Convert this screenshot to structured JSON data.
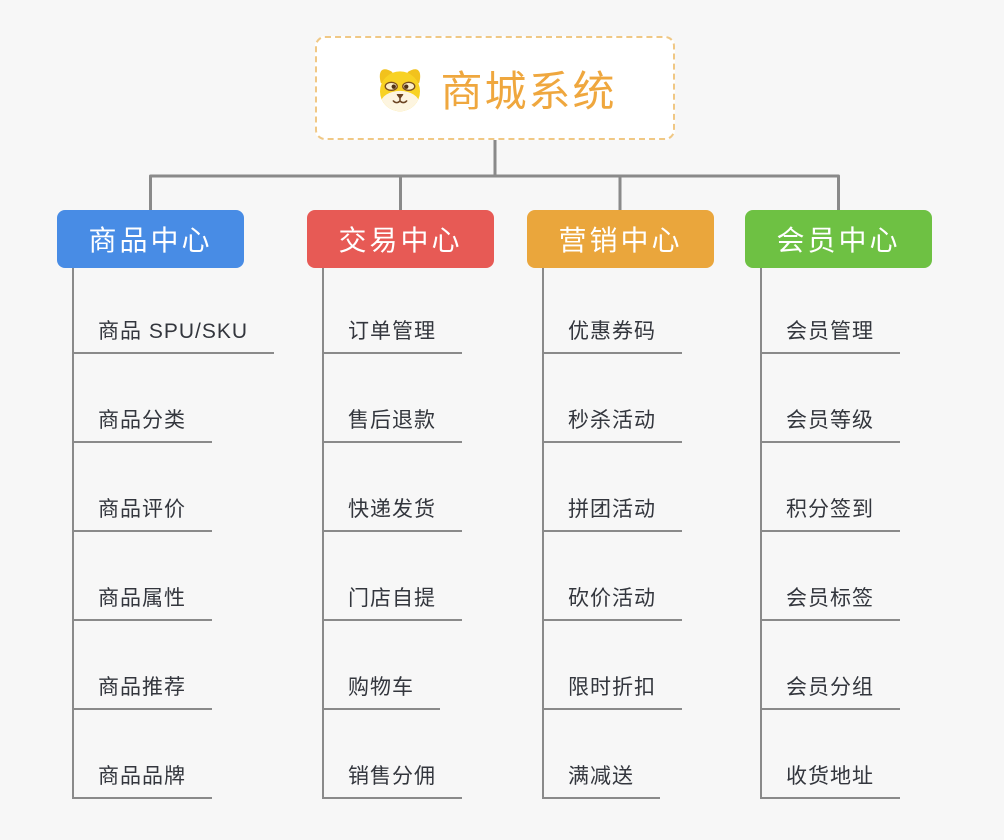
{
  "canvas": {
    "background": "#F7F7F7",
    "connector_color": "#8A8A8A",
    "item_text_color": "#33363D"
  },
  "root": {
    "title": "商城系统",
    "icon": "dog-face-icon",
    "text_color": "#EFA73E",
    "border_color": "#F0C885",
    "background": "#FFFFFF"
  },
  "branches": [
    {
      "label": "商品中心",
      "color": "#488CE5",
      "children": [
        "商品 SPU/SKU",
        "商品分类",
        "商品评价",
        "商品属性",
        "商品推荐",
        "商品品牌"
      ]
    },
    {
      "label": "交易中心",
      "color": "#E75A55",
      "children": [
        "订单管理",
        "售后退款",
        "快递发货",
        "门店自提",
        "购物车",
        "销售分佣"
      ]
    },
    {
      "label": "营销中心",
      "color": "#EAA63C",
      "children": [
        "优惠券码",
        "秒杀活动",
        "拼团活动",
        "砍价活动",
        "限时折扣",
        "满减送"
      ]
    },
    {
      "label": "会员中心",
      "color": "#6EC143",
      "children": [
        "会员管理",
        "会员等级",
        "积分签到",
        "会员标签",
        "会员分组",
        "收货地址"
      ]
    }
  ]
}
